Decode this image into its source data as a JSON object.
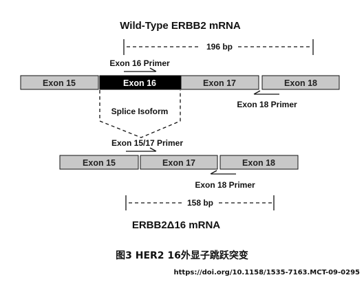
{
  "wild_type": {
    "title": "Wild-Type ERBB2 mRNA",
    "span_label": "196 bp",
    "exons": [
      {
        "label": "Exon 15",
        "highlight": false
      },
      {
        "label": "Exon 16",
        "highlight": true
      },
      {
        "label": "Exon 17",
        "highlight": false
      },
      {
        "label": "Exon 18",
        "highlight": false
      }
    ],
    "forward_primer": "Exon 16 Primer",
    "reverse_primer": "Exon 18 Primer"
  },
  "splice_label": "Splice Isoform",
  "variant": {
    "title": "ERBB2Δ16 mRNA",
    "span_label": "158 bp",
    "exons": [
      {
        "label": "Exon 15"
      },
      {
        "label": "Exon 17"
      },
      {
        "label": "Exon 18"
      }
    ],
    "forward_primer": "Exon 15/17 Primer",
    "reverse_primer": "Exon 18 Primer"
  },
  "caption": "图3 HER2 16外显子跳跃突变",
  "doi": "https://doi.org/10.1158/1535-7163.MCT-09-0295",
  "colors": {
    "exon_fill": "#c8c8c8",
    "exon16_fill": "#000000",
    "stroke": "#111111"
  }
}
